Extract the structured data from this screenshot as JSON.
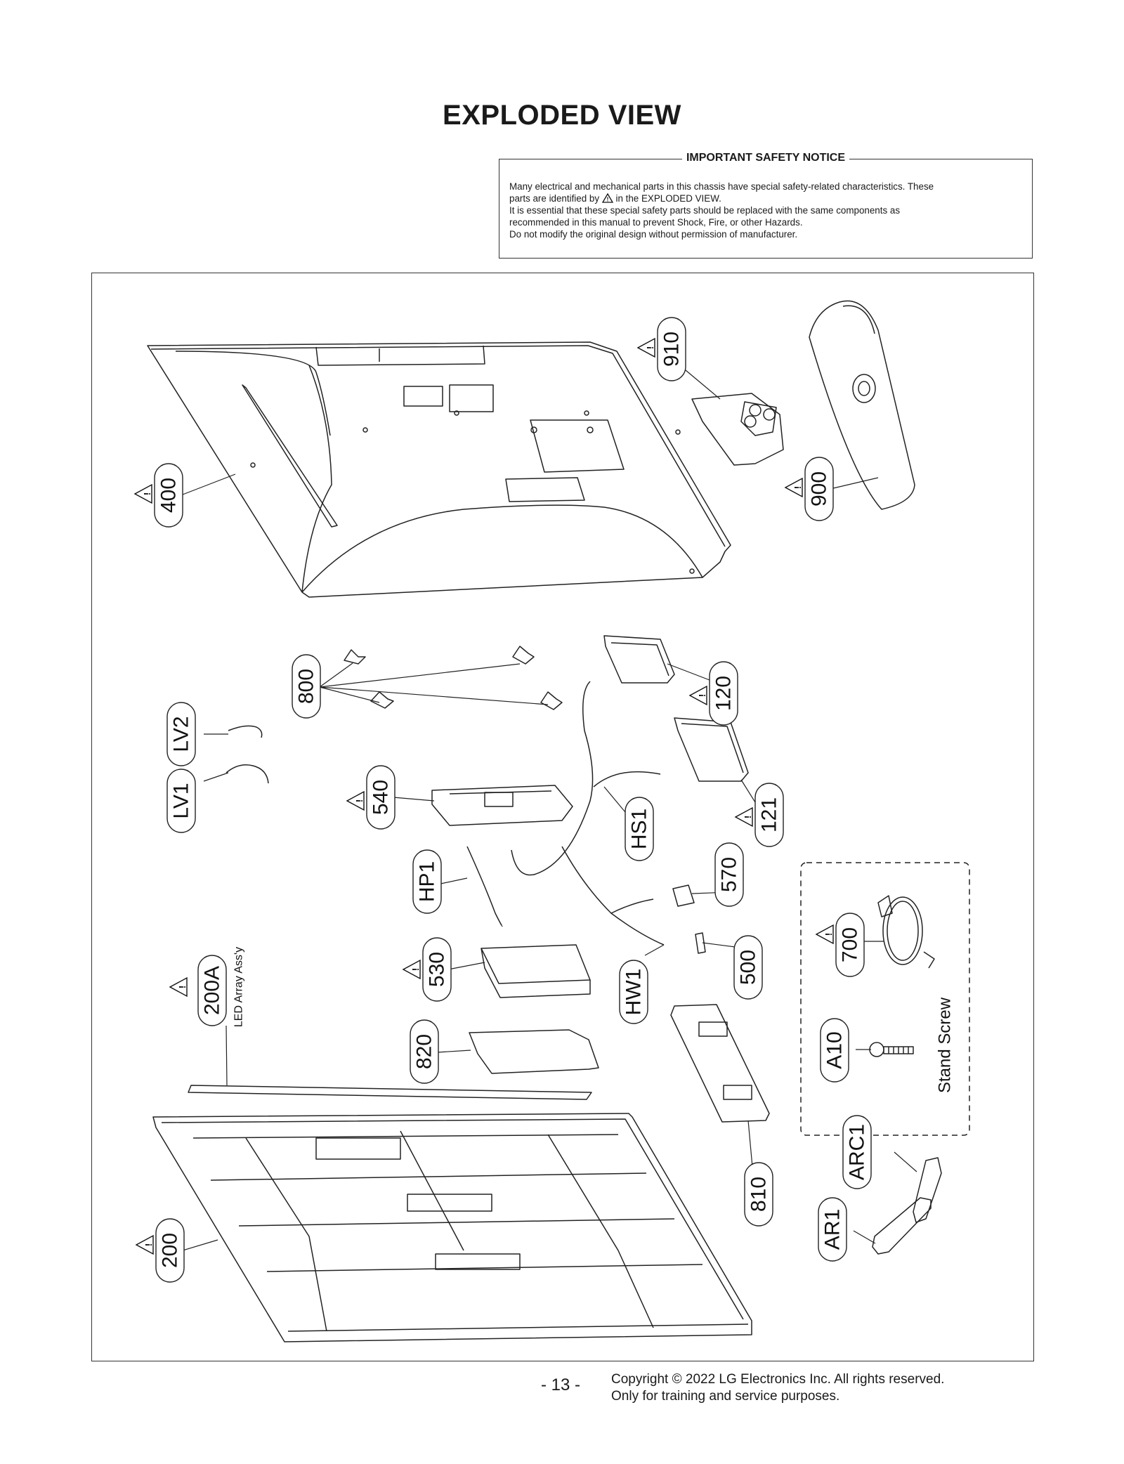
{
  "page": {
    "title": "EXPLODED VIEW",
    "page_number": "- 13 -",
    "copyright_line1": "Copyright © 2022 LG Electronics Inc. All rights reserved.",
    "copyright_line2": "Only for training and service purposes."
  },
  "notice": {
    "title": "IMPORTANT SAFETY NOTICE",
    "line1": "Many electrical and mechanical parts in this chassis have special safety-related characteristics. These",
    "line2a": "parts are identified by",
    "line2b": "in the EXPLODED VIEW.",
    "line3": "It is essential that these special safety parts should be replaced with the same components as",
    "line4": "recommended in this manual to prevent Shock, Fire, or other Hazards.",
    "line5": "Do not modify the original design without permission of manufacturer."
  },
  "parts": {
    "p910": "910",
    "p900": "900",
    "p400": "400",
    "p800": "800",
    "p120": "120",
    "pLV2": "LV2",
    "pLV1": "LV1",
    "p540": "540",
    "p121": "121",
    "pHS1": "HS1",
    "pHP1": "HP1",
    "p570": "570",
    "p700": "700",
    "p530": "530",
    "p500": "500",
    "p200A": "200A",
    "led_array": "LED Array Ass'y",
    "pHW1": "HW1",
    "p820": "820",
    "pA10": "A10",
    "stand_screw": "Stand Screw",
    "pARC1": "ARC1",
    "p810": "810",
    "pAR1": "AR1",
    "p200": "200"
  }
}
